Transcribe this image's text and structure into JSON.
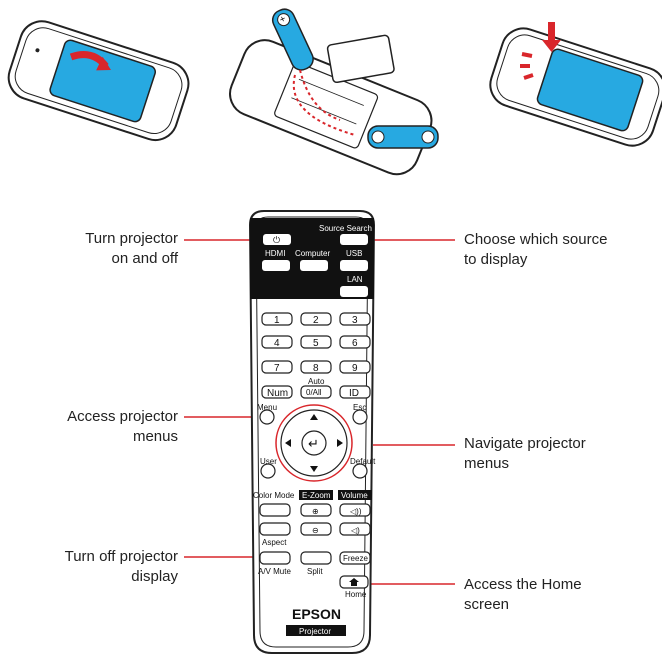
{
  "callouts": {
    "power": [
      "Turn projector",
      "on and off"
    ],
    "menu": [
      "Access projector",
      "menus"
    ],
    "av_mute": [
      "Turn off projector",
      "display"
    ],
    "source": [
      "Choose which source",
      "to display"
    ],
    "navigate": [
      "Navigate projector",
      "menus"
    ],
    "home": [
      "Access the Home",
      "screen"
    ]
  },
  "remote": {
    "source_search": "Source Search",
    "hdmi": "HDMI",
    "computer": "Computer",
    "usb": "USB",
    "lan": "LAN",
    "numbers": [
      "1",
      "2",
      "3",
      "4",
      "5",
      "6",
      "7",
      "8",
      "9"
    ],
    "num": "Num",
    "auto": "Auto",
    "zero_all": "0/All",
    "id": "ID",
    "menu": "Menu",
    "esc": "Esc",
    "user": "User",
    "default": "Default",
    "color_mode": "Color Mode",
    "e_zoom": "E-Zoom",
    "volume": "Volume",
    "aspect": "Aspect",
    "av_mute": "A/V Mute",
    "split": "Split",
    "freeze": "Freeze",
    "home": "Home",
    "brand": "EPSON",
    "model": "Projector"
  },
  "colors": {
    "accent": "#d9262b",
    "battery": "#27a9e1",
    "panel": "#111111"
  }
}
